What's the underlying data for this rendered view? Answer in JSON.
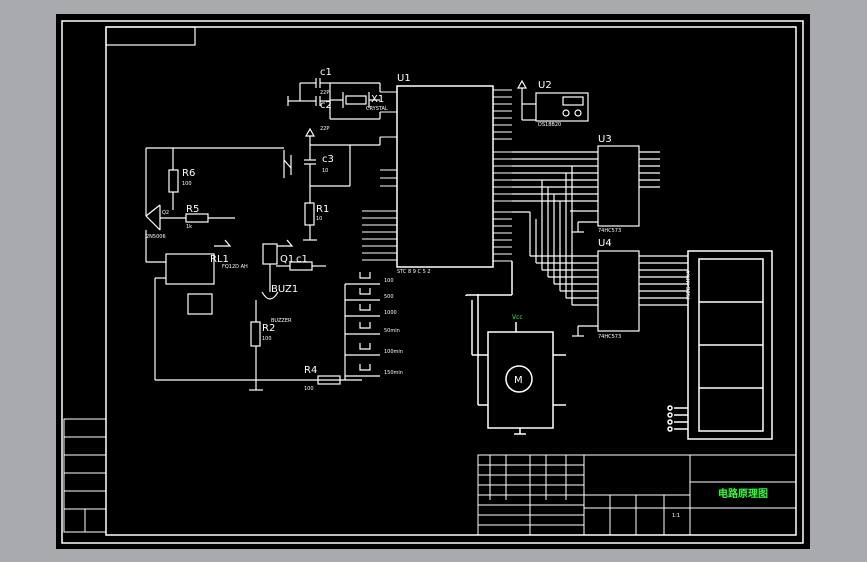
{
  "drawing": {
    "title": "电路原理图"
  },
  "components": {
    "u1": {
      "ref": "U1",
      "part": "STC 8 9 C 5 2"
    },
    "u2": {
      "ref": "U2",
      "part": "DS18B20"
    },
    "u3": {
      "ref": "U3",
      "part": "74HC573"
    },
    "u4": {
      "ref": "U4",
      "part": "74HC573"
    },
    "c1": {
      "ref": "c1",
      "value": "22P"
    },
    "c2": {
      "ref": "c2",
      "value": "22P"
    },
    "c3": {
      "ref": "c3",
      "value": "10"
    },
    "c1b": {
      "ref": "c1"
    },
    "x1": {
      "ref": "X1",
      "value": "CRYSTAL"
    },
    "r1": {
      "ref": "R1",
      "value": "10"
    },
    "r2": {
      "ref": "R2",
      "value": "100"
    },
    "r4": {
      "ref": "R4",
      "value": "100"
    },
    "r5": {
      "ref": "R5",
      "value": "1k"
    },
    "r6": {
      "ref": "R6",
      "value": "100"
    },
    "q1": {
      "ref": "Q1"
    },
    "q2": {
      "ref": "Q2",
      "value": "2N5006"
    },
    "rl1": {
      "ref": "RL1",
      "value": "FQ12D AH"
    },
    "buz1": {
      "ref": "BUZ1",
      "value": "BUZZER"
    },
    "motor": {
      "ref": "M"
    },
    "display": {
      "ref": "7SEG-MPX4"
    },
    "switches": [
      "100",
      "500",
      "1000",
      "50min",
      "100min",
      "150min"
    ]
  },
  "title_block": {
    "sheet_name": "电路原理图",
    "scale": "1:1"
  }
}
